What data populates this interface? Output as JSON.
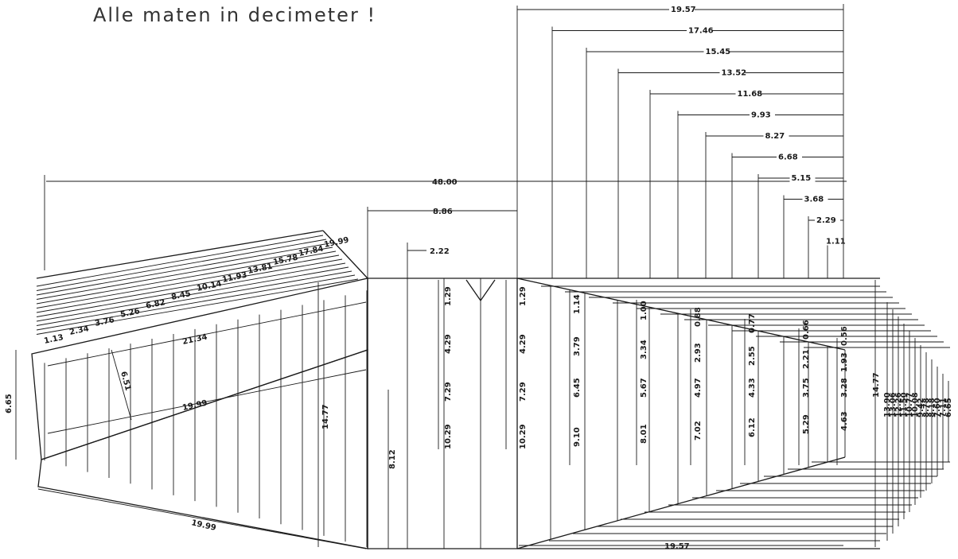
{
  "note": "Alle maten in decimeter !",
  "overall_width": "48.00",
  "offset_8_86": "8.86",
  "offset_2_22": "2.22",
  "top_chain": [
    "19.57",
    "17.46",
    "15.45",
    "13.52",
    "11.68",
    "9.93",
    "8.27",
    "6.68",
    "5.15",
    "3.68",
    "2.29",
    "1.11"
  ],
  "bottom_width": "19.57",
  "panel_slant": [
    "1.13",
    "2.34",
    "3.76",
    "5.26",
    "6.82",
    "8.45",
    "10.14",
    "11.93",
    "13.81",
    "15.78",
    "17.84",
    "19.99"
  ],
  "panel_left": {
    "d21_34": "21.34",
    "d19_99_mid": "19.99",
    "d19_99_low": "19.99",
    "d6_65": "6.65",
    "d6_51": "6.51",
    "d14_77": "14.77"
  },
  "mid_panel": {
    "d8_12": "8.12",
    "a1_29": "1.29",
    "a4_29": "4.29",
    "a7_29": "7.29",
    "a10_29": "10.29",
    "b1_29": "1.29",
    "b4_29": "4.29",
    "b7_29": "7.29",
    "b10_29": "10.29"
  },
  "right_groups": [
    [
      "1.14",
      "3.79",
      "6.45",
      "9.10"
    ],
    [
      "1.00",
      "3.34",
      "5.67",
      "8.01"
    ],
    [
      "0.88",
      "2.93",
      "4.97",
      "7.02"
    ],
    [
      "0.77",
      "2.55",
      "4.33",
      "6.12"
    ],
    [
      "0.66",
      "2.21",
      "3.75",
      "5.29"
    ],
    [
      "0.56",
      "1.93",
      "3.28",
      "4.63"
    ]
  ],
  "right_stack": [
    "14.77",
    "13.90",
    "13.06",
    "12.26",
    "11.50",
    "10.77",
    "10.08",
    "9.42",
    "8.78",
    "8.18",
    "7.60",
    "7.11",
    "6.65"
  ]
}
